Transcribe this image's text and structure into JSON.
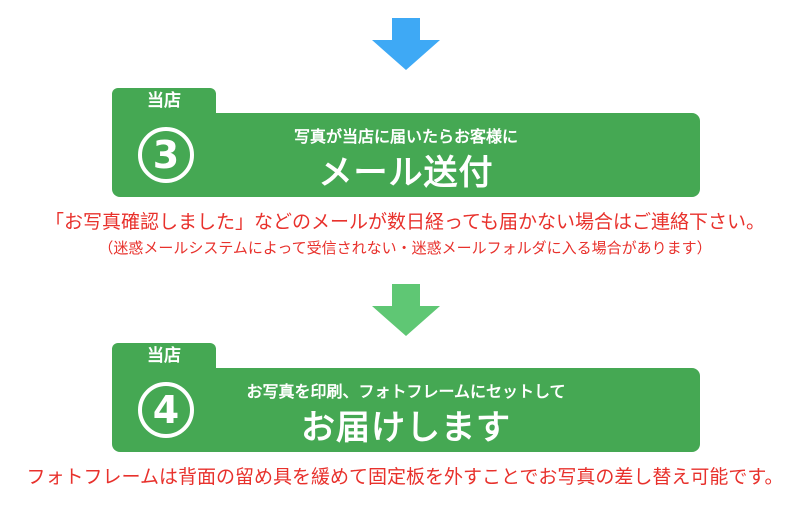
{
  "steps": [
    {
      "tab": "当店",
      "number": "3",
      "subtitle": "写真が当店に届いたらお客様に",
      "title": "メール送付",
      "arrow_color": "#3ea9f5"
    },
    {
      "tab": "当店",
      "number": "4",
      "subtitle": "お写真を印刷、フォトフレームにセットして",
      "title": "お届けします",
      "arrow_color": "#5fc774"
    }
  ],
  "notes": {
    "step3_line1": "「お写真確認しました」などのメールが数日経っても届かない場合はご連絡下さい。",
    "step3_line2": "（迷惑メールシステムによって受信されない・迷惑メールフォルダに入る場合があります）",
    "step4_line1": "フォトフレームは背面の留め具を緩めて固定板を外すことでお写真の差し替え可能です。"
  },
  "colors": {
    "panel_green": "#45a853",
    "note_red": "#e8312c"
  }
}
